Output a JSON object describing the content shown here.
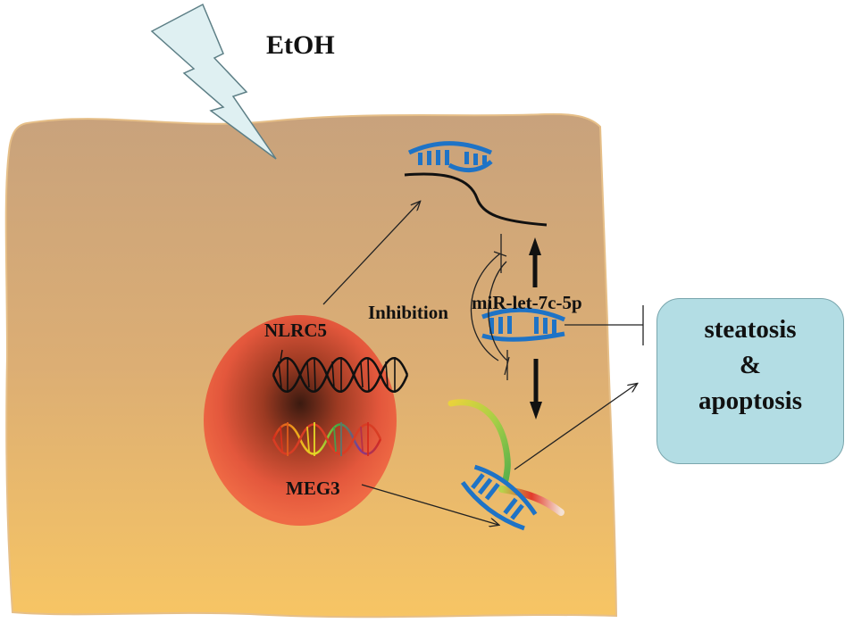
{
  "labels": {
    "etoh": "EtOH",
    "nlrc5": "NLRC5",
    "meg3": "MEG3",
    "inhibition": "Inhibition",
    "mirna": "miR-let-7c-5p"
  },
  "outcome": {
    "line1": "steatosis",
    "line2": "&",
    "line3": "apoptosis"
  },
  "colors": {
    "cell_top": "#cba27a",
    "cell_bottom": "#f6c465",
    "nucleus": "#ea5a40",
    "rna_blue": "#1e73c6",
    "outcome_box": "#b3dde4",
    "lightning": "#dff0f2"
  }
}
